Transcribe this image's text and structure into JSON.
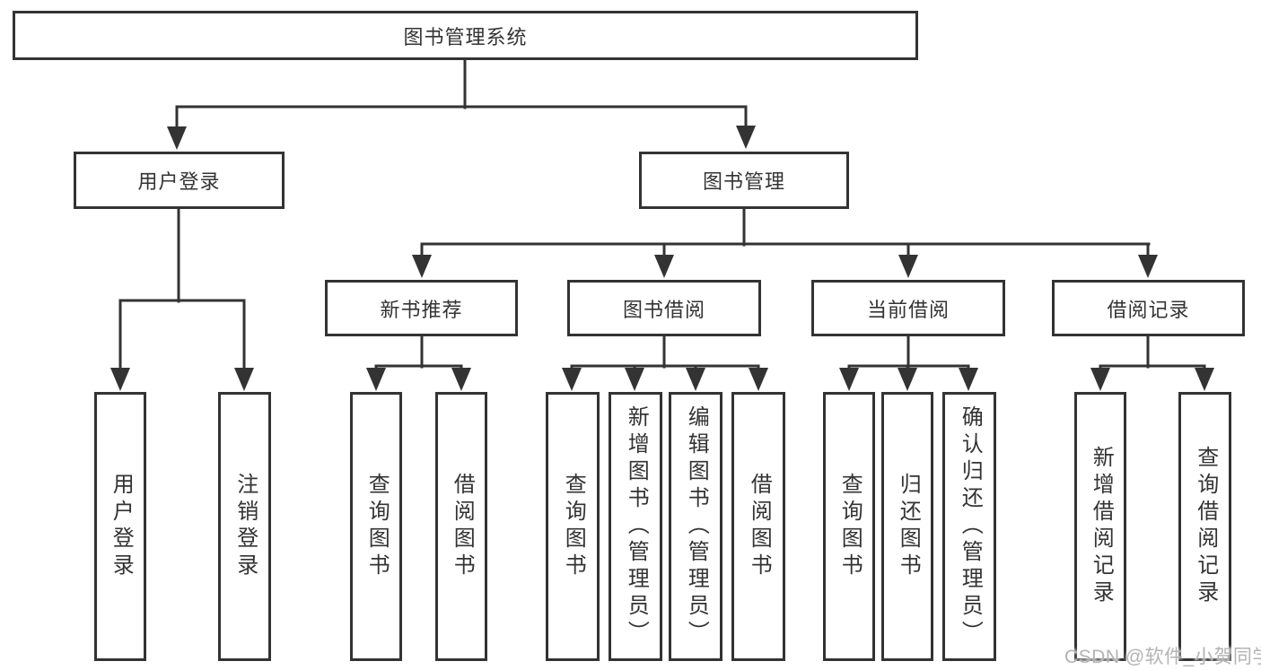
{
  "diagram": {
    "title": "图书管理系统",
    "level2": {
      "user_login": "用户登录",
      "book_mgmt": "图书管理"
    },
    "level3": {
      "new_book": "新书推荐",
      "book_borrow": "图书借阅",
      "current_borrow": "当前借阅",
      "borrow_record": "借阅记录"
    },
    "leaves": {
      "user_login": [
        "用户登录",
        "注销登录"
      ],
      "new_book": [
        "查询图书",
        "借阅图书"
      ],
      "book_borrow": [
        "查询图书",
        "新增图书（管理员）",
        "编辑图书（管理员）",
        "借阅图书"
      ],
      "current_borrow": [
        "查询图书",
        "归还图书",
        "确认归还（管理员）"
      ],
      "borrow_record": [
        "新增借阅记录",
        "查询借阅记录"
      ]
    }
  },
  "watermark": "CSDN @软件_小贺同学",
  "colors": {
    "line": "#333333",
    "text": "#333333",
    "watermark_text": "#b3b3b3",
    "background": "#ffffff"
  }
}
